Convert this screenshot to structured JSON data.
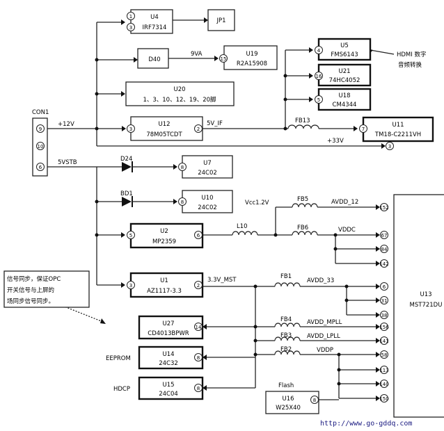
{
  "connector": {
    "name": "CON1",
    "pins": [
      "9",
      "10",
      "6"
    ]
  },
  "nets": {
    "p12v": "+12V",
    "p5vstb": "5VSTB",
    "nine_va": "9VA",
    "five_v_if": "5V_IF",
    "p33v": "+33V",
    "vcc12": "Vcc1.2V",
    "avdd12": "AVDD_12",
    "vddc": "VDDC",
    "mst33": "3.3V_MST",
    "avdd33": "AVDD_33",
    "avdd_mpll": "AVDD_MPLL",
    "avdd_lpll": "AVDD_LPLL",
    "vddp": "VDDP"
  },
  "parts": {
    "u4": {
      "ref": "U4",
      "name": "IRF7314"
    },
    "jp1": {
      "ref": "JP1"
    },
    "d40": {
      "ref": "D40"
    },
    "u19": {
      "ref": "U19",
      "name": "R2A15908"
    },
    "u20": {
      "ref": "U20",
      "name": "1、3、10、12、19、20脚"
    },
    "u12": {
      "ref": "U12",
      "name": "78M05TCDT"
    },
    "u5": {
      "ref": "U5",
      "name": "FMS6143"
    },
    "u21": {
      "ref": "U21",
      "name": "74HC4052"
    },
    "u18": {
      "ref": "U18",
      "name": "CM4344"
    },
    "u11": {
      "ref": "U11",
      "name": "TM18-C2211VH"
    },
    "u7": {
      "ref": "U7",
      "name": "24C02"
    },
    "u10": {
      "ref": "U10",
      "name": "24C02"
    },
    "u2": {
      "ref": "U2",
      "name": "MP2359"
    },
    "u1": {
      "ref": "U1",
      "name": "AZ1117-3.3"
    },
    "u27": {
      "ref": "U27",
      "name": "CD4013BPWR"
    },
    "u14": {
      "ref": "U14",
      "name": "24C32"
    },
    "u15": {
      "ref": "U15",
      "name": "24C04"
    },
    "u16": {
      "ref": "U16",
      "name": "W25X40"
    },
    "u13": {
      "ref": "U13",
      "name": "MST721DU"
    }
  },
  "diodes": {
    "d24": "D24",
    "bd1": "BD1"
  },
  "inductors": {
    "fb13": "FB13",
    "fb5": "FB5",
    "fb6": "FB6",
    "l10": "L10",
    "fb1": "FB1",
    "fb4": "FB4",
    "fb3": "FB3",
    "fb2": "FB2"
  },
  "labels": {
    "eeprom": "EEPROM",
    "hdcp": "HDCP",
    "flash": "Flash"
  },
  "notes": {
    "hdmi_line1": "HDMI 数字",
    "hdmi_line2": "音频转换",
    "sync_line1": "信号同步，保证OPC",
    "sync_line2": "开关信号与上屏的",
    "sync_line3": "场同步信号同步。"
  },
  "pin_numbers": {
    "u4_in1": "1",
    "u4_in3": "3",
    "u19_in": "15",
    "u12_in": "3",
    "u12_out": "2",
    "u5_in": "4",
    "u21_in": "16",
    "u18_in": "5",
    "u11_in": "7",
    "p33_in": "3",
    "u7_in": "8",
    "u10_in": "8",
    "u2_in": "5",
    "u2_out": "6",
    "u1_in": "3",
    "u1_out": "2",
    "u27_in": "14",
    "u14_in": "8",
    "u15_in": "8",
    "u16_in": "8",
    "u13": [
      "152",
      "67",
      "84",
      "142",
      "6",
      "31",
      "38",
      "156",
      "141",
      "58",
      "113",
      "140",
      "150"
    ]
  },
  "watermark": "http://www.go-gddq.com"
}
